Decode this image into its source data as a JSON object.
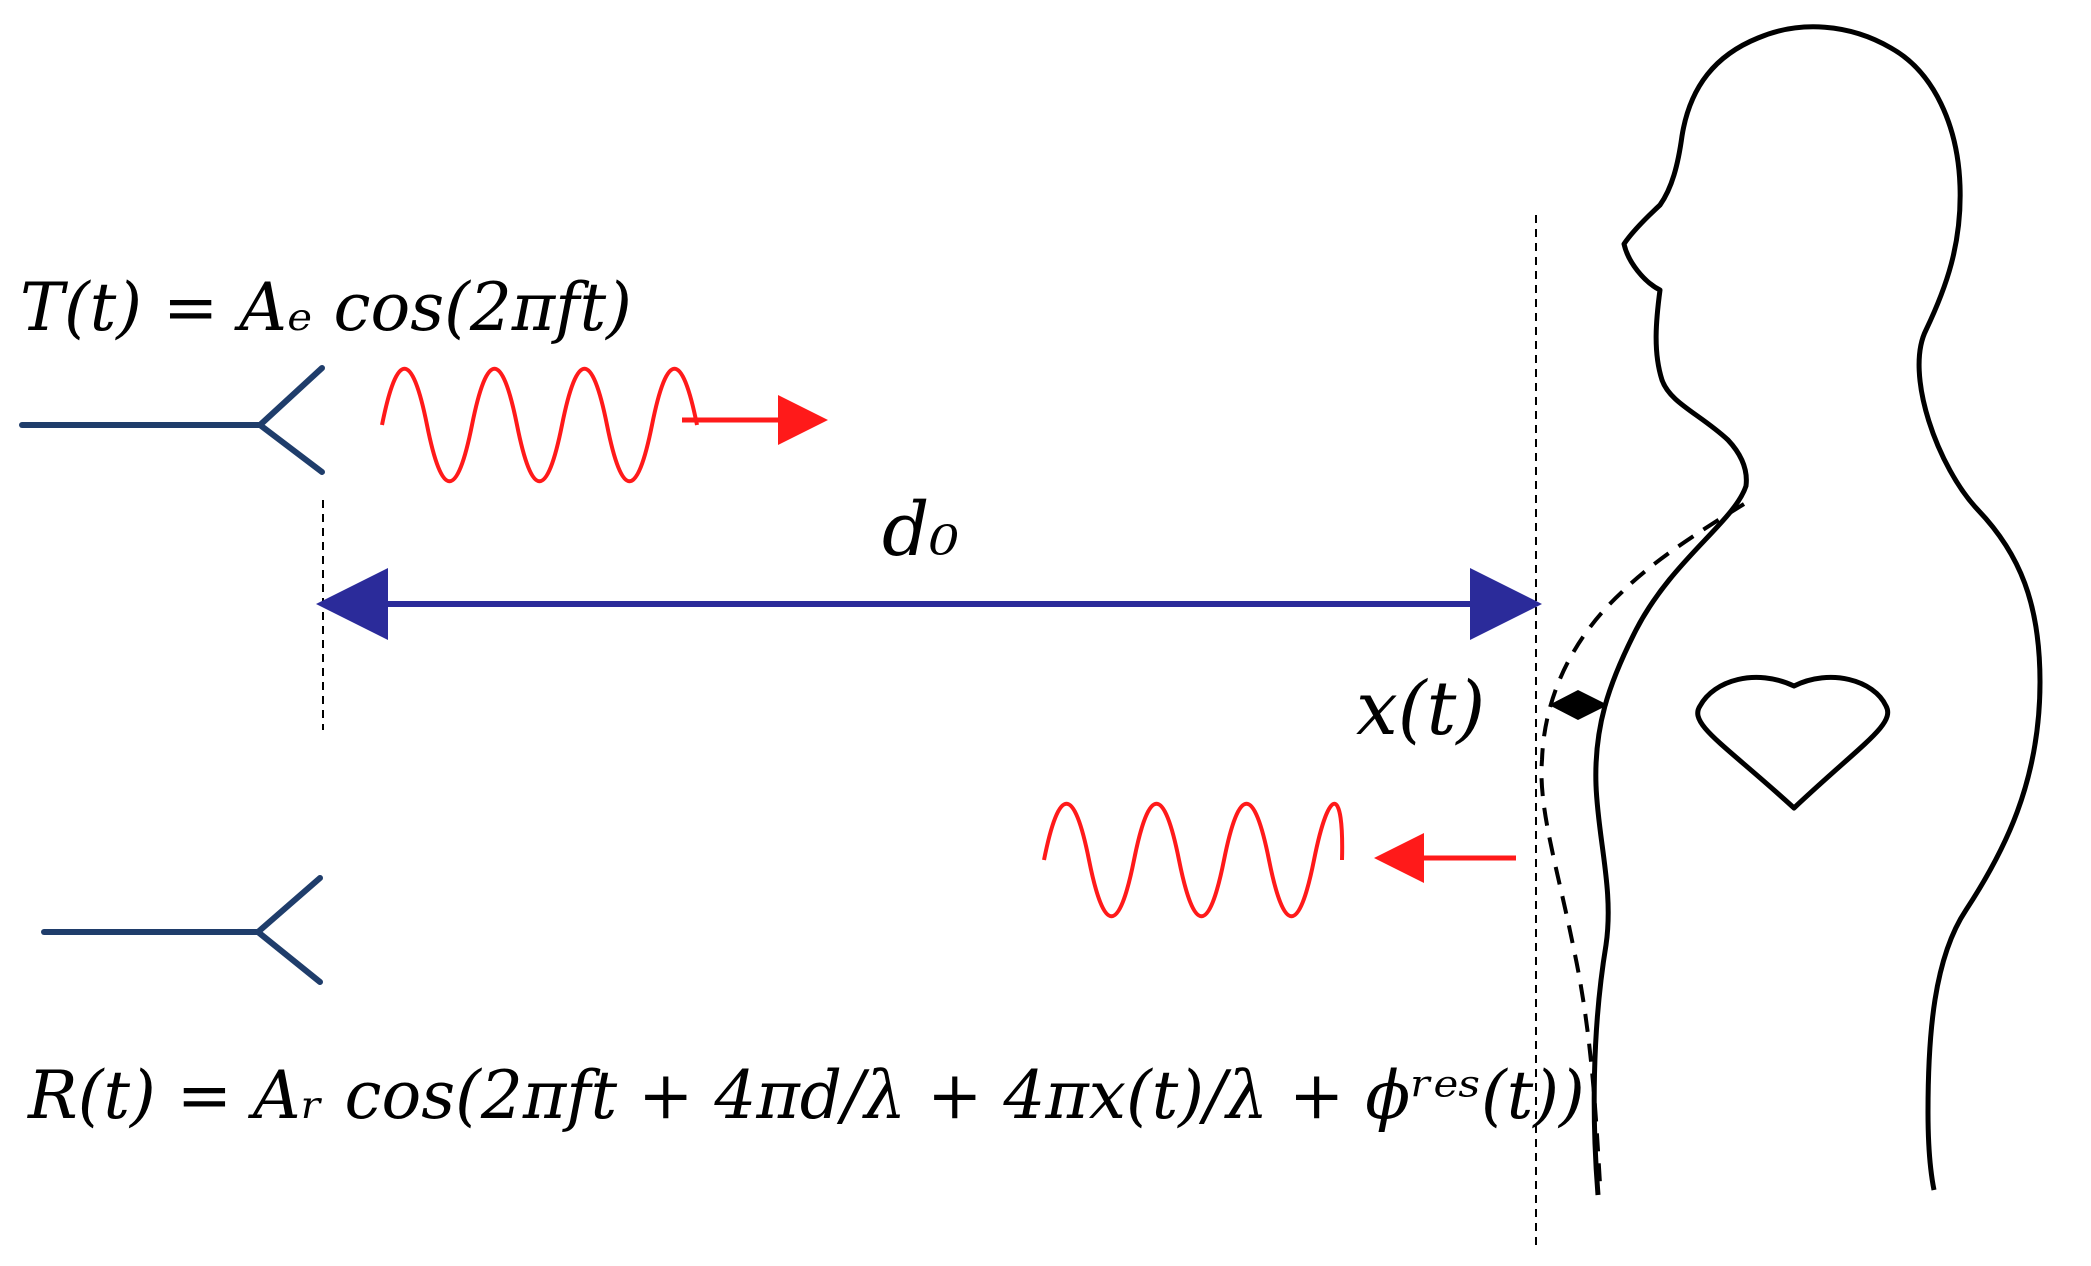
{
  "diagram": {
    "transmit_equation": "T(t) = Aₑ cos(2πft)",
    "receive_equation": "R(t) = Aᵣ cos(2πft + 4πd/λ + 4πx(t)/λ + ϕʳᵉˢ(t))",
    "distance_label": "d₀",
    "displacement_label": "x(t)"
  },
  "colors": {
    "antenna": "#1f3d6b",
    "wave": "#ff1a1a",
    "distance_arrow": "#2b2b9a",
    "outline": "#000000",
    "guide": "#000000"
  }
}
